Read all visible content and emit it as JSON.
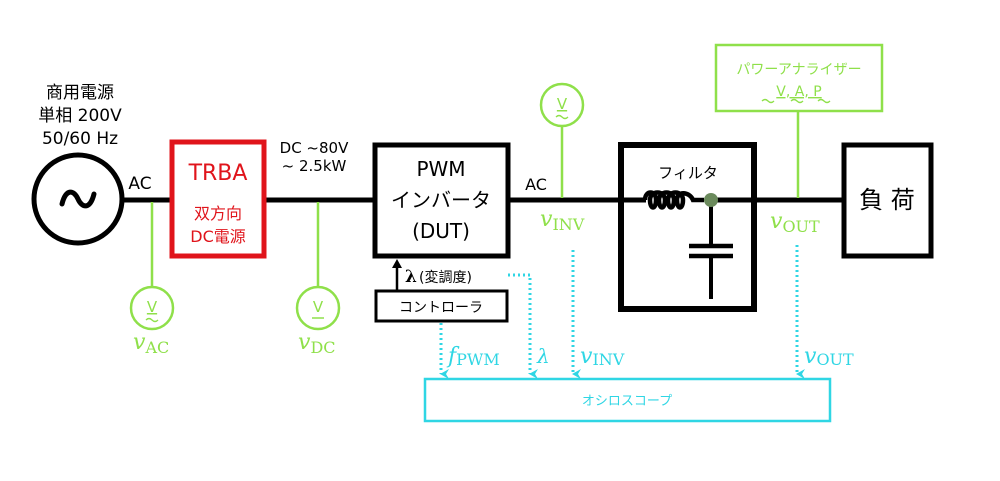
{
  "colors": {
    "wire": "#000000",
    "source_box": "#e0141b",
    "meter": "#8fe04a",
    "scope": "#2fd6e4",
    "node": "#6b8a5c"
  },
  "source": {
    "title": "商用電源",
    "phase_voltage": "単相 200V",
    "frequency": "50/60 Hz",
    "symbol": "~",
    "ac_label": "AC"
  },
  "trba": {
    "title": "TRBA",
    "line1": "双方向",
    "line2": "DC電源"
  },
  "dc_bus": {
    "line1": "DC ~80V",
    "line2": "~ 2.5kW"
  },
  "inverter": {
    "line1": "PWM",
    "line2": "インバータ",
    "line3": "(DUT)",
    "ac_label": "AC"
  },
  "controller": {
    "label": "コントローラ",
    "signal_symbol": "λ",
    "signal_label": "(変調度)"
  },
  "filter": {
    "label": "フィルタ"
  },
  "load": {
    "label": "負 荷"
  },
  "power_analyzer": {
    "title": "パワーアナライザー",
    "measures": "V, A, P"
  },
  "meters": {
    "ac": {
      "glyph": "V",
      "var": "v",
      "sub": "AC"
    },
    "dc": {
      "glyph": "V",
      "var": "v",
      "sub": "DC"
    },
    "inv": {
      "glyph": "V",
      "var": "v",
      "sub": "INV"
    },
    "out": {
      "var": "v",
      "sub": "OUT"
    }
  },
  "oscilloscope": {
    "label": "オシロスコープ",
    "inputs": [
      {
        "var": "f",
        "sub": "PWM"
      },
      {
        "var": "λ",
        "sub": ""
      },
      {
        "var": "v",
        "sub": "INV"
      },
      {
        "var": "v",
        "sub": "OUT"
      }
    ]
  }
}
